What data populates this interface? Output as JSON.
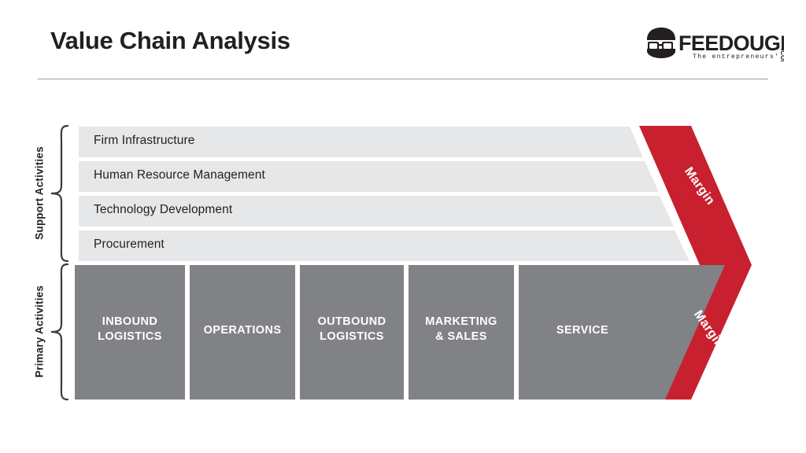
{
  "header": {
    "title": "Value Chain Analysis",
    "rule": true
  },
  "logo": {
    "name": "FEEDOUGH",
    "domain_suffix": ".COM",
    "tagline": "The entrepreneurs' guide"
  },
  "colors": {
    "accent_red": "#C8202F",
    "support_bar": "#E6E7E8",
    "primary_block": "#808285",
    "title_text": "#231F20",
    "rule": "#9A9A9D",
    "block_text": "#FFFFFF"
  },
  "side_labels": {
    "support": "Support Activities",
    "primary": "Primary Activities"
  },
  "support_activities": [
    {
      "label": "Firm Infrastructure"
    },
    {
      "label": "Human Resource Management"
    },
    {
      "label": "Technology Development"
    },
    {
      "label": "Procurement"
    }
  ],
  "primary_activities": [
    {
      "label": "INBOUND\nLOGISTICS"
    },
    {
      "label": "OPERATIONS"
    },
    {
      "label": "OUTBOUND\nLOGISTICS"
    },
    {
      "label": "MARKETING\n& SALES"
    },
    {
      "label": "SERVICE"
    }
  ],
  "margin": {
    "upper_label": "Margin",
    "lower_label": "Margin"
  }
}
